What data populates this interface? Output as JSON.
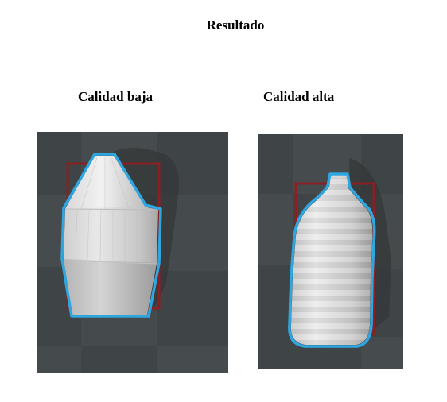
{
  "title": "Resultado",
  "panels": [
    {
      "label": "Calidad baja"
    },
    {
      "label": "Calidad alta"
    }
  ],
  "colors": {
    "background_dark": "#3f4447",
    "checker_light": "#474c4f",
    "bounding_box": "#8b1f22",
    "outline": "#2fa6e0",
    "bottle_light": "#e6e6e6",
    "bottle_shadow": "#a9a9a9"
  }
}
